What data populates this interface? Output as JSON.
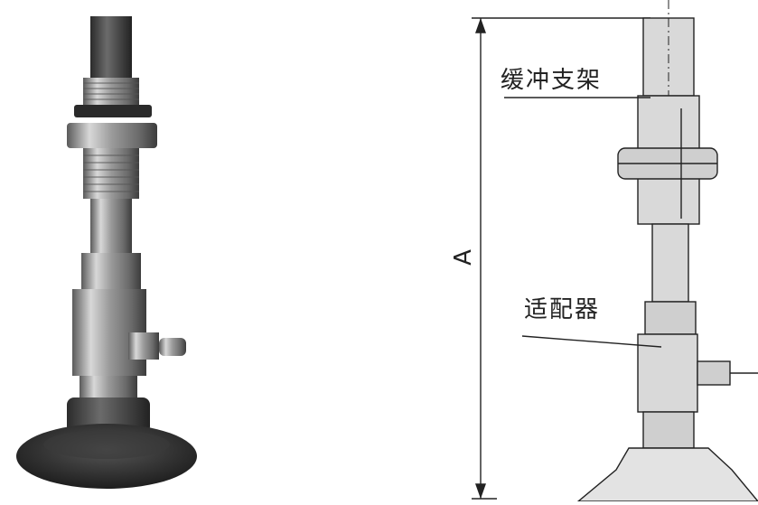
{
  "drawing": {
    "dimension_label": "A",
    "callouts": {
      "buffer_bracket": "缓冲支架",
      "adapter": "适配器"
    }
  }
}
